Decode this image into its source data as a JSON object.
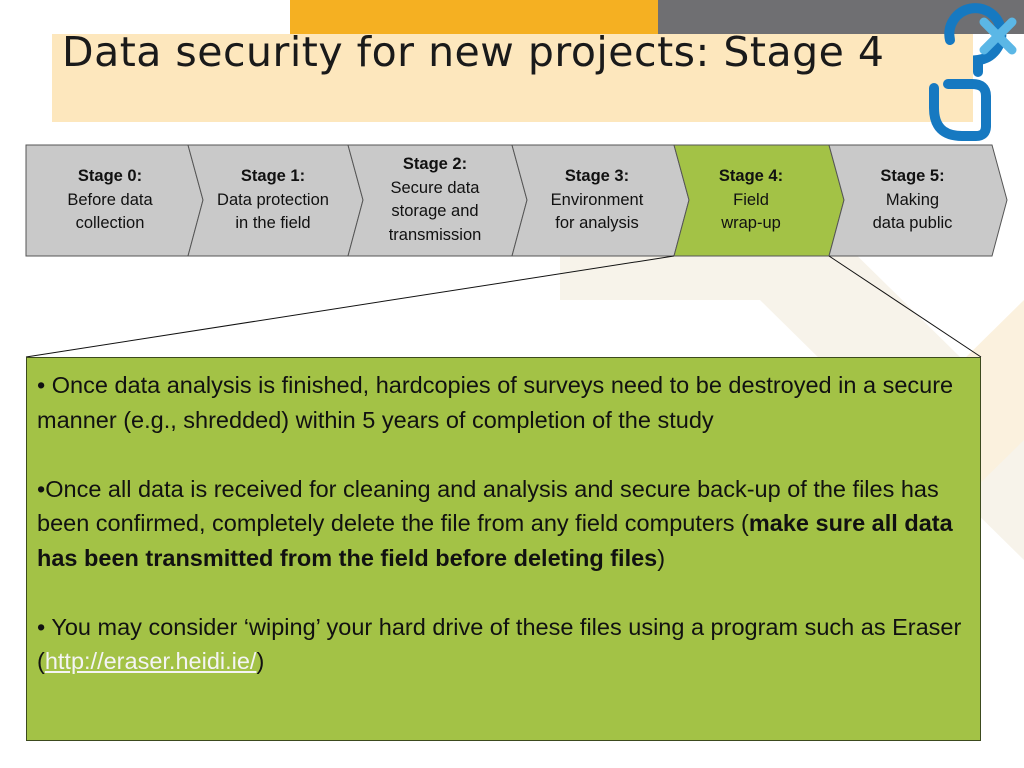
{
  "title": "Data security for new projects: Stage 4",
  "colors": {
    "orange_bar": "#f5b022",
    "gray_bar": "#6f6f72",
    "title_band": "#fde7bd",
    "stage_inactive": "#c9c9c9",
    "stage_active": "#a3c246",
    "logo_blue": "#1679c1",
    "logo_light_blue": "#5bb7e6"
  },
  "logo": {
    "icon": "person-x-logo-icon"
  },
  "stages": [
    {
      "heading": "Stage 0:",
      "lines": [
        "Before data",
        "collection"
      ],
      "active": false
    },
    {
      "heading": "Stage 1:",
      "lines": [
        "Data protection",
        "in the field"
      ],
      "active": false
    },
    {
      "heading": "Stage 2:",
      "lines": [
        "Secure data",
        "storage and",
        "transmission"
      ],
      "active": false
    },
    {
      "heading": "Stage 3:",
      "lines": [
        "Environment",
        "for analysis"
      ],
      "active": false
    },
    {
      "heading": "Stage 4:",
      "lines": [
        "Field",
        "wrap-up"
      ],
      "active": true
    },
    {
      "heading": "Stage 5:",
      "lines": [
        "Making",
        "data public"
      ],
      "active": false
    }
  ],
  "details": {
    "bullet1": "• Once data analysis is finished, hardcopies of surveys need to be destroyed in a secure manner (e.g., shredded) within 5 years of completion of the study",
    "bullet2_pre": "•Once all data is received for cleaning and analysis and secure back-up of the files has been confirmed, completely delete the file from any field computers (",
    "bullet2_bold": "make sure all data has been transmitted from the field before deleting files",
    "bullet2_post": ")",
    "bullet3_pre": "• You may consider ‘wiping’ your hard drive of these files using a program such as Eraser (",
    "bullet3_link": "http://eraser.heidi.ie/",
    "bullet3_post": ")"
  }
}
